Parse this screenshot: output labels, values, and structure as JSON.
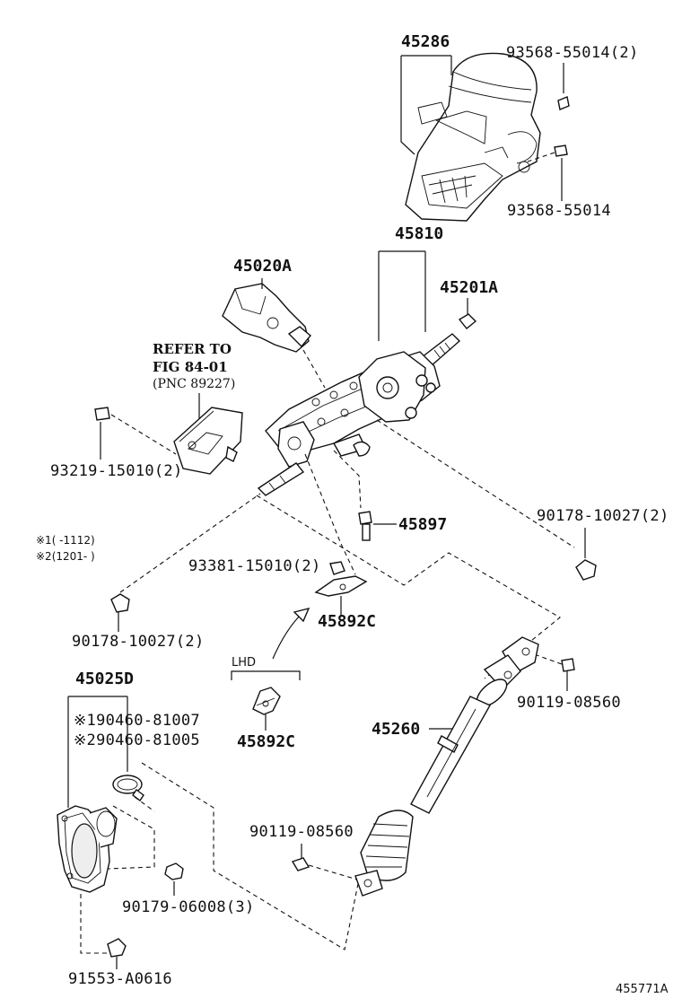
{
  "diagram": {
    "labels": {
      "p45286": "45286",
      "p93568_55014_2": "93568-55014(2)",
      "p93568_55014": "93568-55014",
      "p45810": "45810",
      "p45020A": "45020A",
      "p45201A": "45201A",
      "refer_line1": "REFER TO",
      "refer_line2": "FIG 84-01",
      "refer_line3": "(PNC 89227)",
      "p93219_15010_2": "93219-15010(2)",
      "p45897": "45897",
      "p90178_10027_2_right": "90178-10027(2)",
      "note1": "※1(   -1112)",
      "note2": "※2(1201-   )",
      "p93381_15010_2": "93381-15010(2)",
      "p45892C_top": "45892C",
      "p90178_10027_2_left": "90178-10027(2)",
      "lhd": "LHD",
      "p45025D": "45025D",
      "p90460_81007": "※190460-81007",
      "p90460_81005": "※290460-81005",
      "p45892C_bottom": "45892C",
      "p45260": "45260",
      "p90119_08560_right": "90119-08560",
      "p90119_08560_left": "90119-08560",
      "p90179_06008_3": "90179-06008(3)",
      "p91553_A0616": "91553-A0616",
      "illustration_code": "455771A"
    }
  }
}
